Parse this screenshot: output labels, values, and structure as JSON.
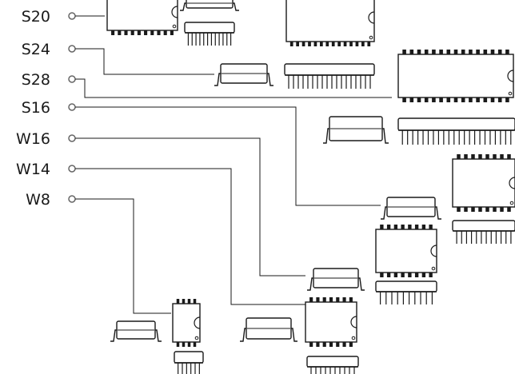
{
  "diagram": {
    "packages": [
      {
        "id": "s20",
        "label": "S20"
      },
      {
        "id": "s24",
        "label": "S24"
      },
      {
        "id": "s28",
        "label": "S28"
      },
      {
        "id": "s16",
        "label": "S16"
      },
      {
        "id": "w16",
        "label": "W16"
      },
      {
        "id": "w14",
        "label": "W14"
      },
      {
        "id": "w8",
        "label": "W8"
      }
    ],
    "colors": {
      "line": "#1a1a1a",
      "label": "#1a1a1a",
      "connector": "#666666"
    }
  }
}
